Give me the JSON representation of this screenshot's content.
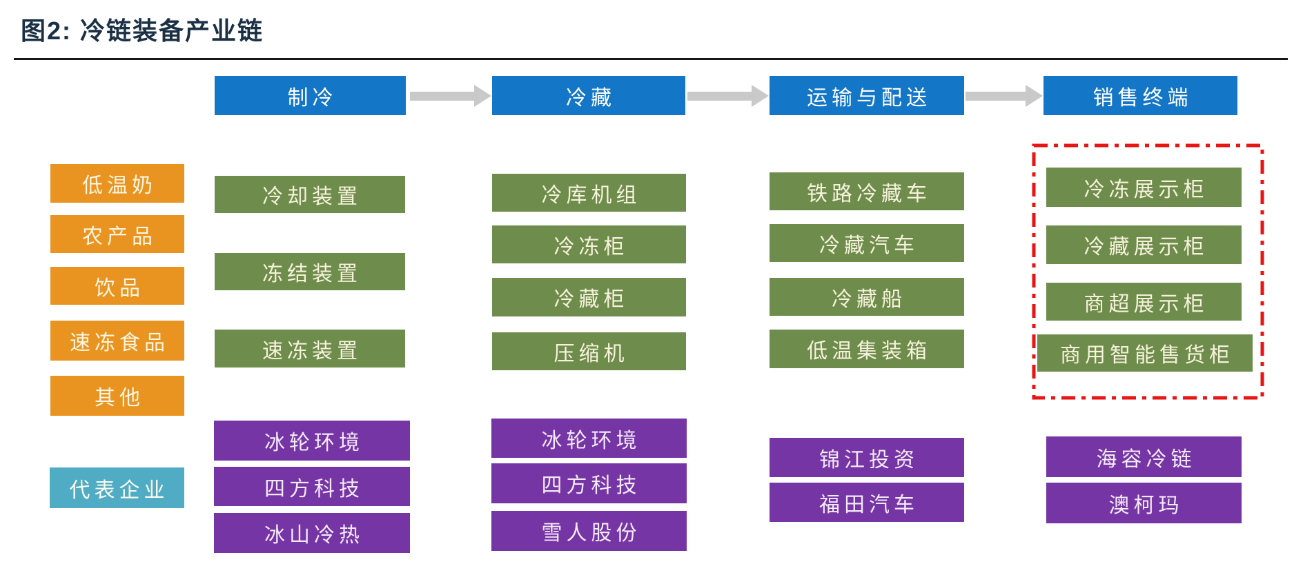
{
  "title": "图2:  冷链装备产业链",
  "headers": [
    "制冷",
    "冷藏",
    "运输与配送",
    "销售终端"
  ],
  "categories": [
    "低温奶",
    "农产品",
    "饮品",
    "速冻食品",
    "其他"
  ],
  "legend_label": "代表企业",
  "products": {
    "refrigeration": [
      "冷却装置",
      "冻结装置",
      "速冻装置"
    ],
    "cold_storage": [
      "冷库机组",
      "冷冻柜",
      "冷藏柜",
      "压缩机"
    ],
    "transport": [
      "铁路冷藏车",
      "冷藏汽车",
      "冷藏船",
      "低温集装箱"
    ],
    "retail": [
      "冷冻展示柜",
      "冷藏展示柜",
      "商超展示柜",
      "商用智能售货柜"
    ]
  },
  "companies": {
    "refrigeration": [
      "冰轮环境",
      "四方科技",
      "冰山冷热"
    ],
    "cold_storage": [
      "冰轮环境",
      "四方科技",
      "雪人股份"
    ],
    "transport": [
      "锦江投资",
      "福田汽车"
    ],
    "retail": [
      "海容冷链",
      "澳柯玛"
    ]
  },
  "colors": {
    "stage_header": "#1476C6",
    "product_box": "#6E8C4B",
    "category_box": "#E99420",
    "company_box": "#7635A5",
    "legend_box": "#4FACC4",
    "highlight_border": "#E81515",
    "title_text": "#1B3044",
    "arrow": "#C9C9C9"
  }
}
